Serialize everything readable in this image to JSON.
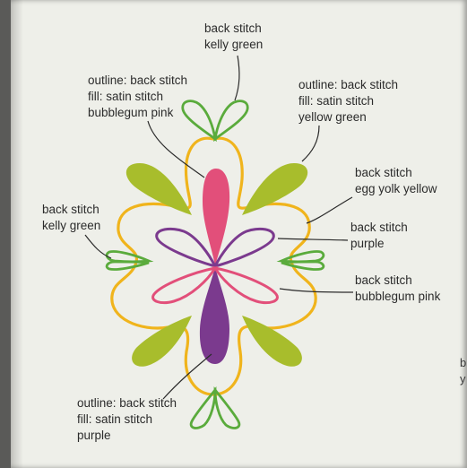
{
  "labels": {
    "top": {
      "line1": "back stitch",
      "line2": "kelly green"
    },
    "upper_left": {
      "line1": "outline: back stitch",
      "line2": "fill: satin stitch",
      "line3": "bubblegum pink"
    },
    "upper_right": {
      "line1": "outline: back stitch",
      "line2": "fill: satin stitch",
      "line3": "yellow green"
    },
    "outline": {
      "line1": "back stitch",
      "line2": "egg yolk yellow"
    },
    "left": {
      "line1": "back stitch",
      "line2": "kelly green"
    },
    "purple_loops": {
      "line1": "back stitch",
      "line2": "purple"
    },
    "pink_loops": {
      "line1": "back stitch",
      "line2": "bubblegum pink"
    },
    "bottom": {
      "line1": "outline: back stitch",
      "line2": "fill: satin stitch",
      "line3": "purple"
    }
  },
  "edge_text": {
    "line1": "b",
    "line2": "y"
  },
  "colors": {
    "kelly_green": "#5aab3c",
    "yellow_green": "#a8bd2c",
    "egg_yolk_yellow": "#f0b41c",
    "bubblegum_pink": "#e24f7a",
    "purple": "#7b3a8e",
    "leader_line": "#2b2b2b",
    "page": "#eeefe9"
  }
}
